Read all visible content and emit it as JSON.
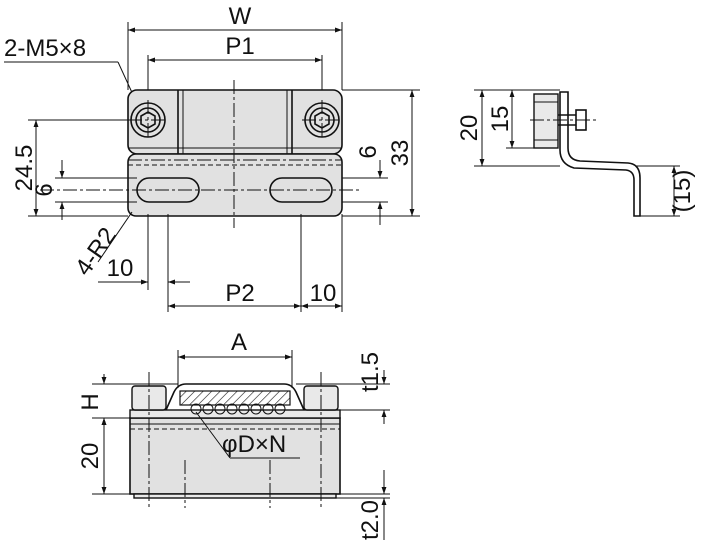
{
  "labels": {
    "w": "W",
    "p1": "P1",
    "screw": "2-M5×8",
    "dim_24_5": "24.5",
    "dim_6_left": "6",
    "dim_6_right": "6",
    "dim_33": "33",
    "radius": "4-R2",
    "dim_10_left": "10",
    "p2": "P2",
    "dim_10_right": "10",
    "side_20": "20",
    "side_15": "15",
    "side_15p": "(15)",
    "a": "A",
    "h": "H",
    "front_20": "20",
    "t1_5": "t1.5",
    "magnet": "φD×N",
    "t2_0": "t2.0"
  }
}
